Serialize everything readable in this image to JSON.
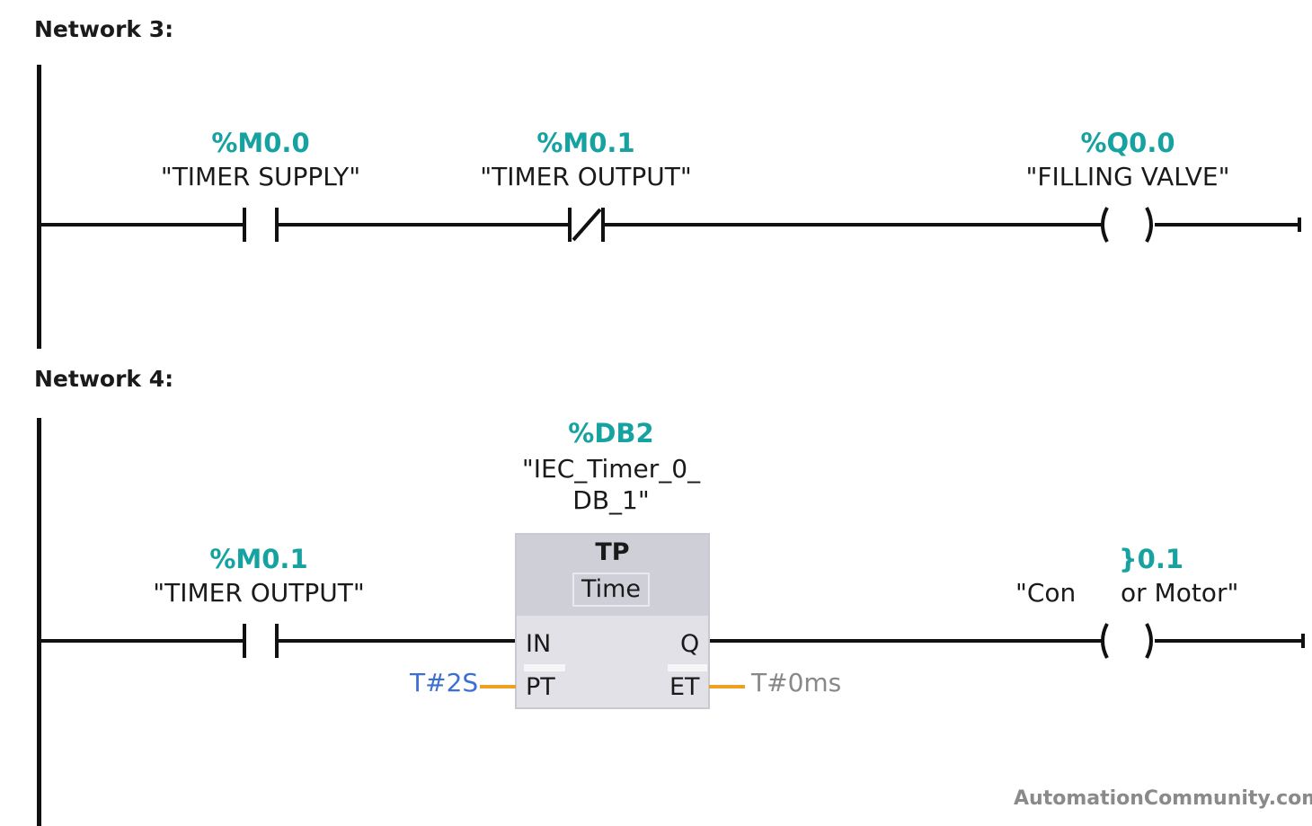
{
  "networks": [
    {
      "title": "Network 3:",
      "elements": [
        {
          "kind": "contact_no",
          "address": "%M0.0",
          "symbol": "\"TIMER SUPPLY\""
        },
        {
          "kind": "contact_nc",
          "address": "%M0.1",
          "symbol": "\"TIMER  OUTPUT\""
        },
        {
          "kind": "coil",
          "address": "%Q0.0",
          "symbol": "\"FILLING VALVE\""
        }
      ]
    },
    {
      "title": "Network 4:",
      "elements": [
        {
          "kind": "contact_no",
          "address": "%M0.1",
          "symbol": "\"TIMER  OUTPUT\""
        },
        {
          "kind": "timer_block",
          "address": "%DB2",
          "symbol_line1": "\"IEC_Timer_0_",
          "symbol_line2": "DB_1\"",
          "instruction": "TP",
          "type": "Time",
          "pins": {
            "in": "IN",
            "pt": "PT",
            "q": "Q",
            "et": "ET"
          },
          "pt_value": "T#2S",
          "et_value": "T#0ms"
        },
        {
          "kind": "coil",
          "address_visible_left": "",
          "address_visible_right": "}0.1",
          "symbol_left": "\"Con",
          "symbol_right": "or Motor\""
        }
      ]
    }
  ],
  "watermark": "AutomationCommunity.com",
  "colors": {
    "address": "#17a2a2",
    "pt_value": "#3b6fd6",
    "et_value": "#888888",
    "wire": "#111111",
    "param_wire": "#f0a020",
    "block_fill": "#e1e1e7",
    "block_header": "#cfcfd8"
  }
}
